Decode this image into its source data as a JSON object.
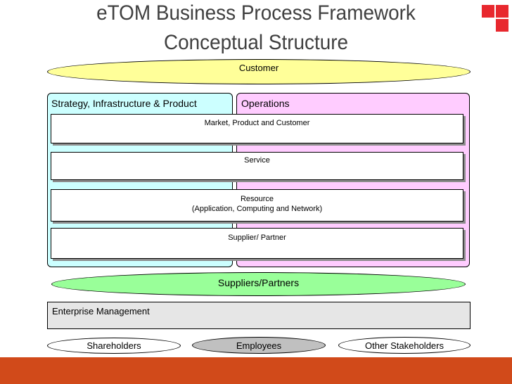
{
  "title": {
    "line1": "eTOM Business Process Framework",
    "line2": "Conceptual Structure"
  },
  "customer": "Customer",
  "panels": {
    "sip": "Strategy, Infrastructure & Product",
    "ops": "Operations"
  },
  "layers": {
    "market": "Market, Product and Customer",
    "service": "Service",
    "resource": "Resource",
    "resource_sub": "(Application, Computing and Network)",
    "supplier": "Supplier/ Partner"
  },
  "suppliers_partners": "Suppliers/Partners",
  "enterprise": "Enterprise Management",
  "stakeholders": {
    "shareholders": "Shareholders",
    "employees": "Employees",
    "other": "Other Stakeholders"
  },
  "colors": {
    "customer": "#ffff99",
    "sip_panel": "#ccffff",
    "ops_panel": "#ffccff",
    "suppliers_partners": "#99ff99",
    "enterprise": "#e6e6e6",
    "employees": "#c0c0c0",
    "footer": "#d14a1a",
    "logo": "#e8282e"
  }
}
